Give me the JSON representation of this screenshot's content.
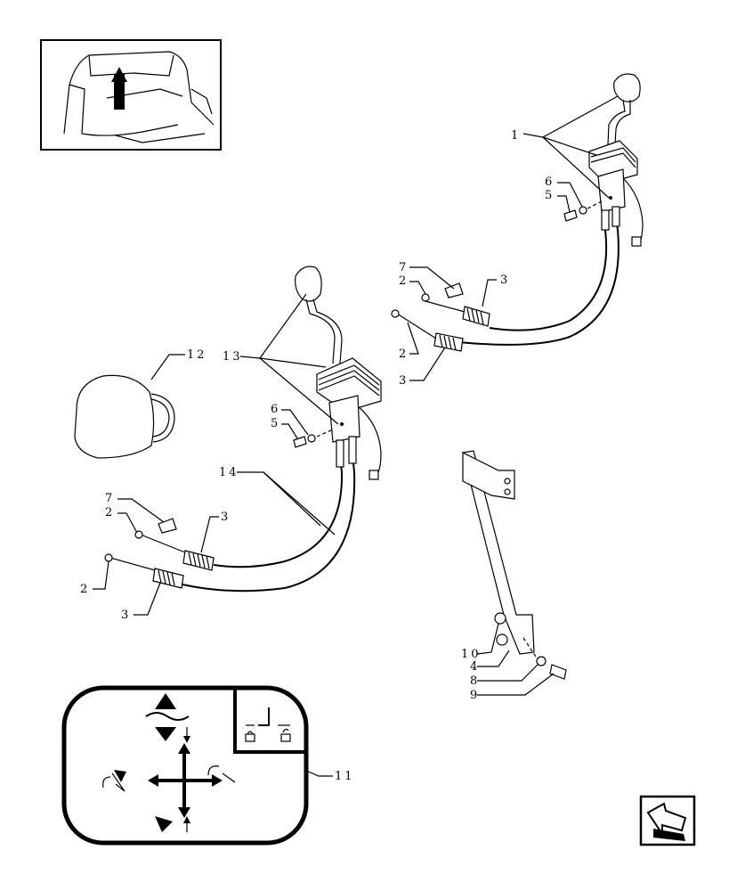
{
  "callouts": {
    "c1": "1",
    "c2a": "2",
    "c2b": "2",
    "c2c": "2",
    "c2d": "2",
    "c3a": "3",
    "c3b": "3",
    "c3c": "3",
    "c3d": "3",
    "c4": "4",
    "c5a": "5",
    "c5b": "5",
    "c6a": "6",
    "c6b": "6",
    "c7a": "7",
    "c7b": "7",
    "c8": "8",
    "c9": "9",
    "c10": "10",
    "c11": "11",
    "c12": "12",
    "c13": "13",
    "c14": "14"
  },
  "icons": {
    "locator": "tractor-cab-locator-icon",
    "nav": "next-page-arrow-icon"
  }
}
